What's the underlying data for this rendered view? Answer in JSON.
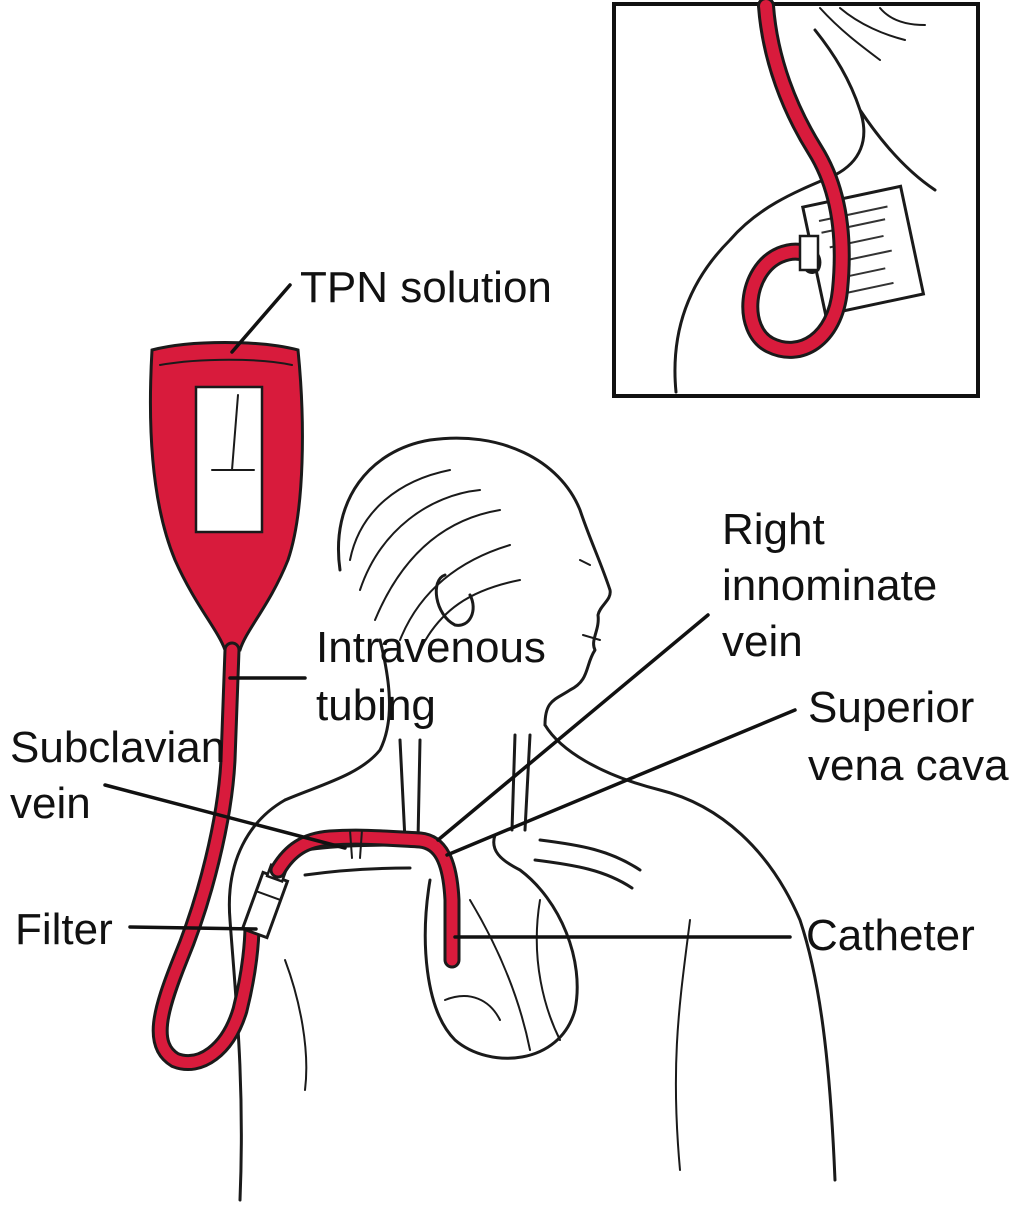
{
  "colors": {
    "tubing": "#d81b3c",
    "bag": "#d81b3c",
    "line_art": "#1a1a1a",
    "background": "#ffffff"
  },
  "labels": {
    "tpn_solution": "TPN solution",
    "intravenous_tubing": [
      "Intravenous",
      "tubing"
    ],
    "subclavian_vein": [
      "Subclavian",
      "vein"
    ],
    "filter": "Filter",
    "right_innominate_vein": [
      "Right",
      "innominate",
      "vein"
    ],
    "superior_vena_cava": [
      "Superior",
      "vena cava"
    ],
    "catheter": "Catheter"
  },
  "inset": {
    "description_icons": [
      "dressing-label-icon",
      "catheter-loop-icon"
    ]
  }
}
